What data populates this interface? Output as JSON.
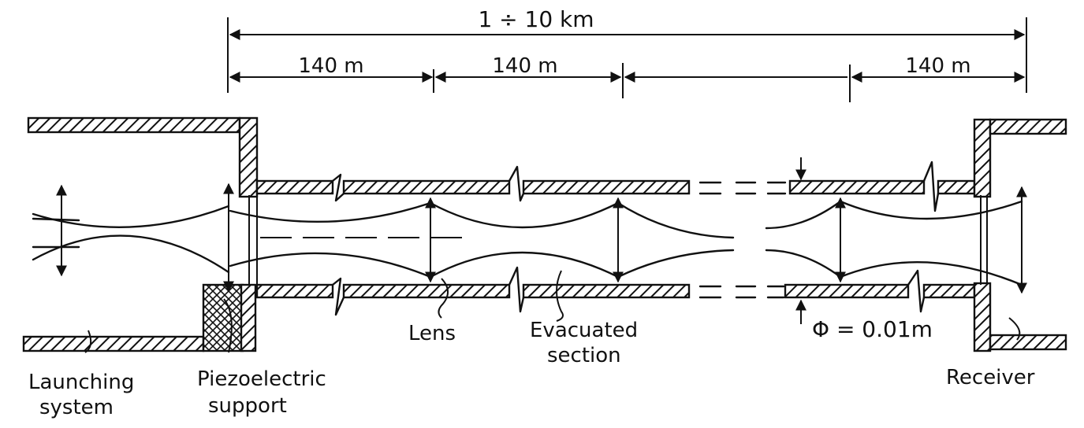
{
  "labels": {
    "total_length": "1 ÷ 10 km",
    "seg1": "140 m",
    "seg2": "140 m",
    "seg3": "140 m",
    "lens": "Lens",
    "evacuated_line1": "Evacuated",
    "evacuated_line2": "section",
    "diameter": "Φ = 0.01m",
    "launching_line1": "Launching",
    "launching_line2": "system",
    "piezo_line1": "Piezoelectric",
    "piezo_line2": "support",
    "receiver": "Receiver"
  }
}
